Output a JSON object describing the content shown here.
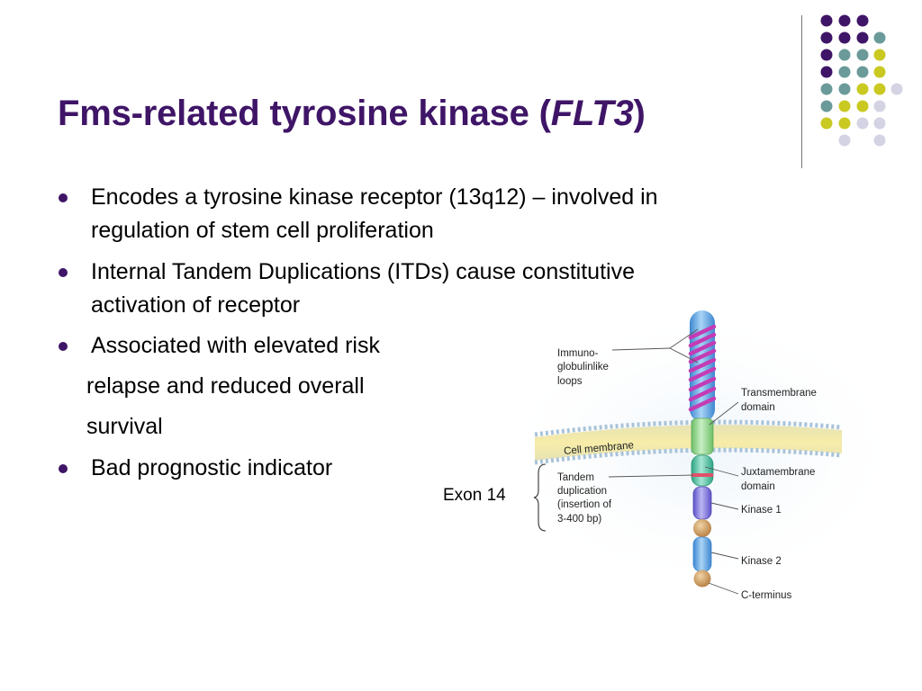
{
  "slide": {
    "title_prefix": "Fms-related tyrosine kinase (",
    "title_gene": "FLT3",
    "title_suffix": ")",
    "bullets": [
      {
        "line1": "Encodes a tyrosine kinase receptor (13q12) – involved in",
        "line2": "regulation of stem cell proliferation"
      },
      {
        "line1": "Internal Tandem Duplications (ITDs) cause constitutive",
        "line2": "activation of receptor"
      },
      {
        "line1": "Associated with elevated risk",
        "line2": "relapse and reduced overall",
        "line3": "survival"
      },
      {
        "line1": "Bad prognostic indicator"
      }
    ],
    "exon_label": "Exon 14"
  },
  "diagram": {
    "labels": {
      "immuno_1": "Immuno-",
      "immuno_2": "globulinlike",
      "immuno_3": "loops",
      "transmembrane_1": "Transmembrane",
      "transmembrane_2": "domain",
      "cell_membrane": "Cell membrane",
      "tandem_1": "Tandem",
      "tandem_2": "duplication",
      "tandem_3": "(insertion of",
      "tandem_4": "3-400 bp)",
      "juxtamembrane_1": "Juxtamembrane",
      "juxtamembrane_2": "domain",
      "kinase1": "Kinase 1",
      "kinase2": "Kinase 2",
      "cterminus": "C-terminus"
    },
    "colors": {
      "loops": "#c43bb4",
      "extracellular": "#6aaee6",
      "transmembrane": "#9fd99a",
      "juxtamembrane": "#5fc4a8",
      "duplication": "#e0506a",
      "kinase1": "#8b80e0",
      "kinase2": "#6aaee6",
      "connector": "#c8955a",
      "membrane": "#f3e7a6"
    }
  },
  "theme": {
    "title_color": "#3f1567",
    "bullet_color": "#3f1567",
    "dot_purple": "#3f1567",
    "dot_teal": "#6b9a9a",
    "dot_yellow": "#c9c922",
    "dot_lavender": "#d3d3e3"
  }
}
